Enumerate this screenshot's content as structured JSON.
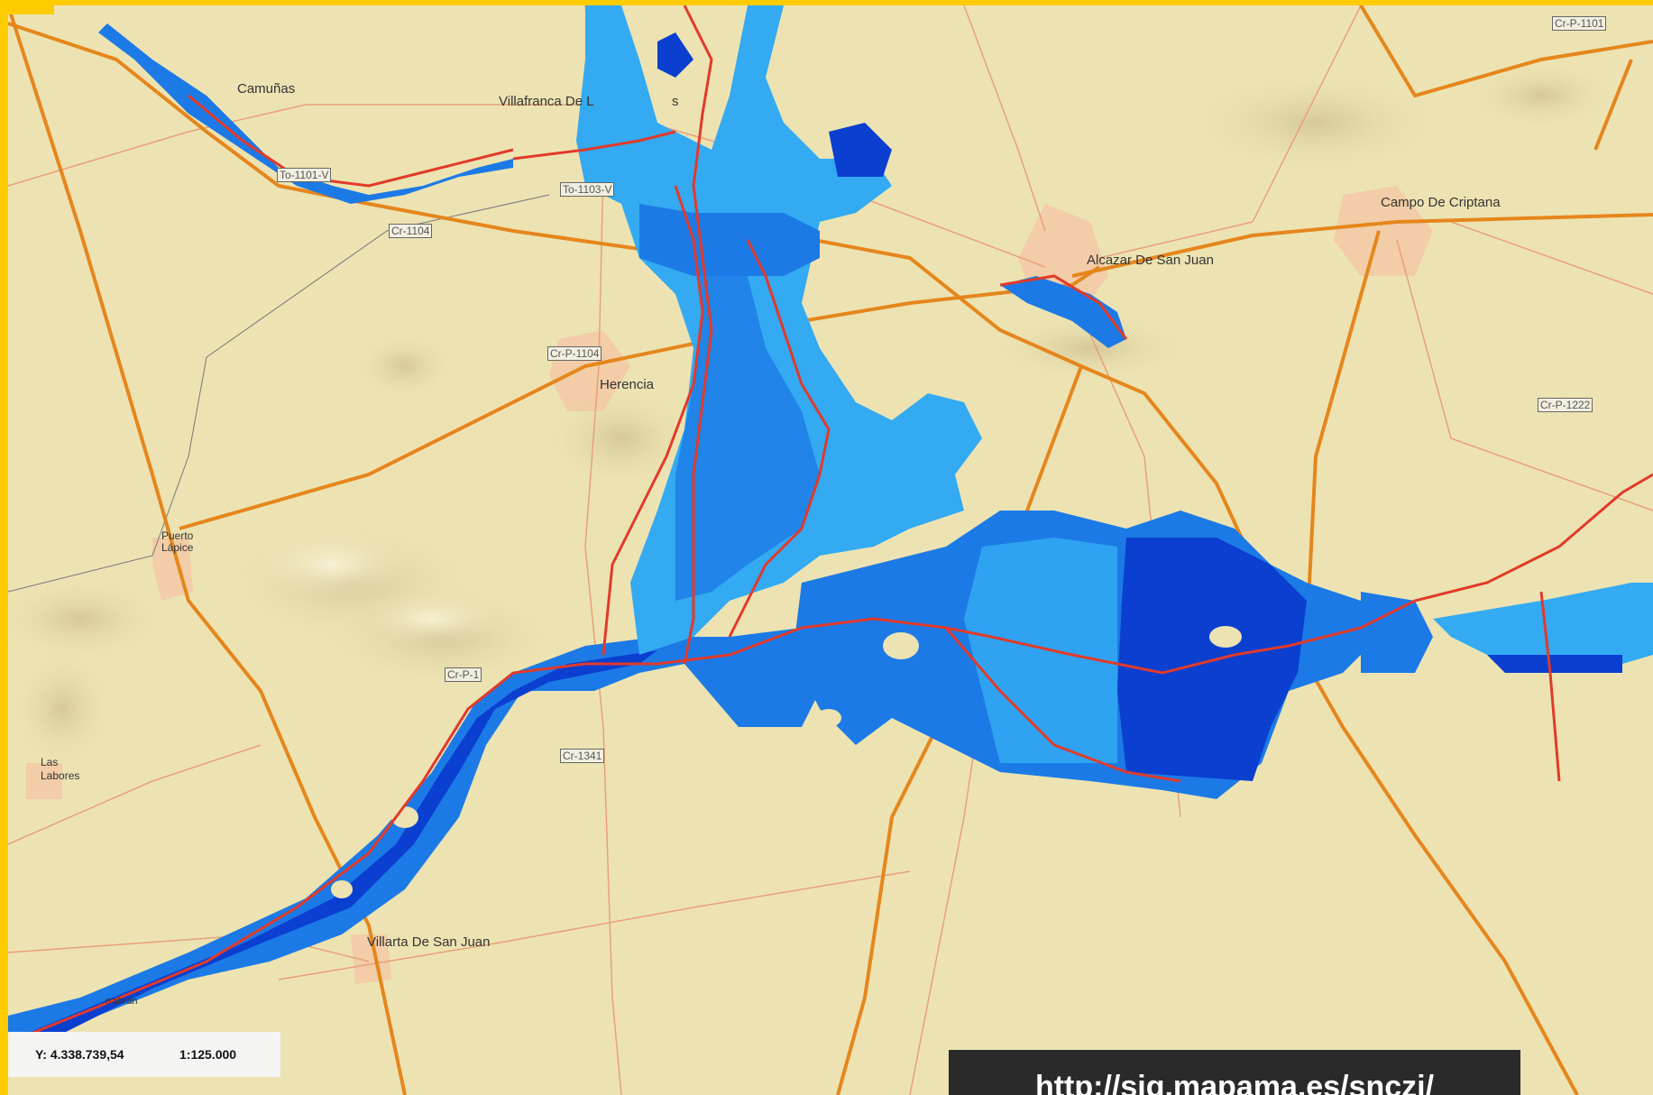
{
  "map": {
    "colors": {
      "background": "#ede3b2",
      "frame": "#ffcc00",
      "main_road": "#e5861c",
      "secondary_road": "#e8a07a",
      "river": "#e23a2a",
      "flood_light": "#33aaf2",
      "flood_mid": "#1c7ae6",
      "flood_dark": "#0a3fd0",
      "urban": "#f2c9a4"
    },
    "road_labels": [
      "Cr-P-1101",
      "To-1101-V",
      "To-1103-V",
      "Cr-1104",
      "Cr-P-1104",
      "Cr-P-1222",
      "Cr-P-1",
      "Cr-1341"
    ],
    "town_labels": [
      "Camuñas",
      "Villafranca De L",
      "s",
      "Campo De Criptana",
      "Alcazar De San Juan",
      "Herencia",
      "Puerto\nLápice",
      "Las\nLabores",
      "Villarta De San Juan",
      "rrabrán"
    ]
  },
  "status_bar": {
    "y_coordinate": "Y: 4.338.739,54",
    "scale": "1:125.000"
  },
  "source_url": "http://sig.mapama.es/snczi/"
}
